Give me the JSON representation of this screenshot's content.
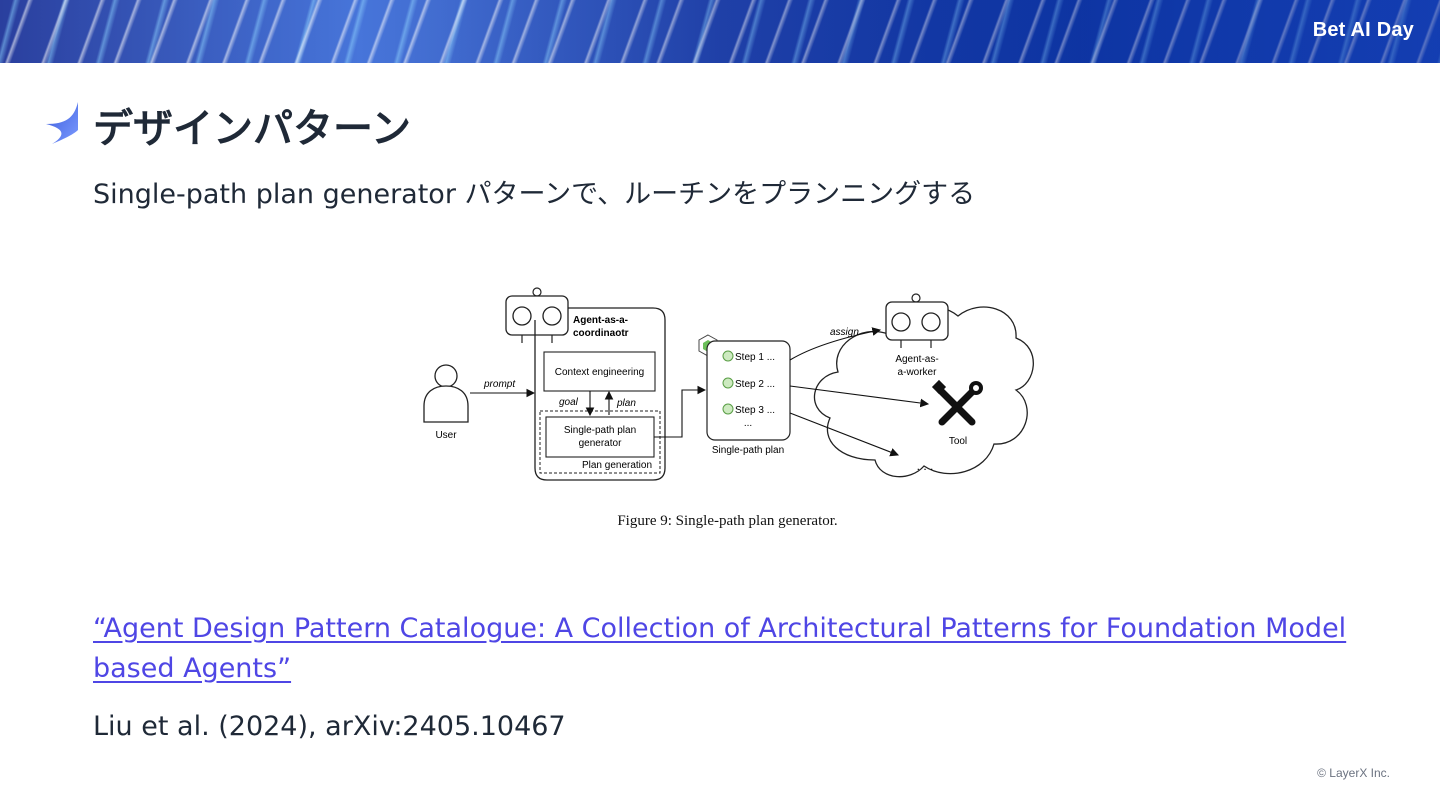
{
  "header": {
    "brand": "Bet AI Day"
  },
  "slide": {
    "title": "デザインパターン",
    "subtitle": "Single-path plan generator パターンで、ルーチンをプランニングする"
  },
  "figure": {
    "caption": "Figure 9: Single-path plan generator.",
    "labels": {
      "user": "User",
      "prompt": "prompt",
      "coordinator_line1": "Agent-as-a-",
      "coordinator_line2": "coordinaotr",
      "context_engineering": "Context engineering",
      "goal": "goal",
      "plan": "plan",
      "generator_line1": "Single-path plan",
      "generator_line2": "generator",
      "plan_generation": "Plan generation",
      "step1": "Step 1 ...",
      "step2": "Step 2 ...",
      "step3": "Step 3 ...",
      "step_ellipsis": "...",
      "single_path_plan": "Single-path plan",
      "assign": "assign",
      "worker_line1": "Agent-as-",
      "worker_line2": "a-worker",
      "tool": "Tool",
      "cloud_ellipsis": ". . ."
    }
  },
  "reference": {
    "link_part1": "“Agent Design Pattern Catalogue: A Collection of Architectural Patterns for Foundation Model",
    "link_part2": "based Agents”",
    "meta": "Liu et al. (2024), arXiv:2405.10467"
  },
  "footer": {
    "copyright": "© LayerX Inc."
  },
  "colors": {
    "link": "#4f46e5",
    "title_star": "#4f6ef0",
    "text": "#1f2937"
  }
}
